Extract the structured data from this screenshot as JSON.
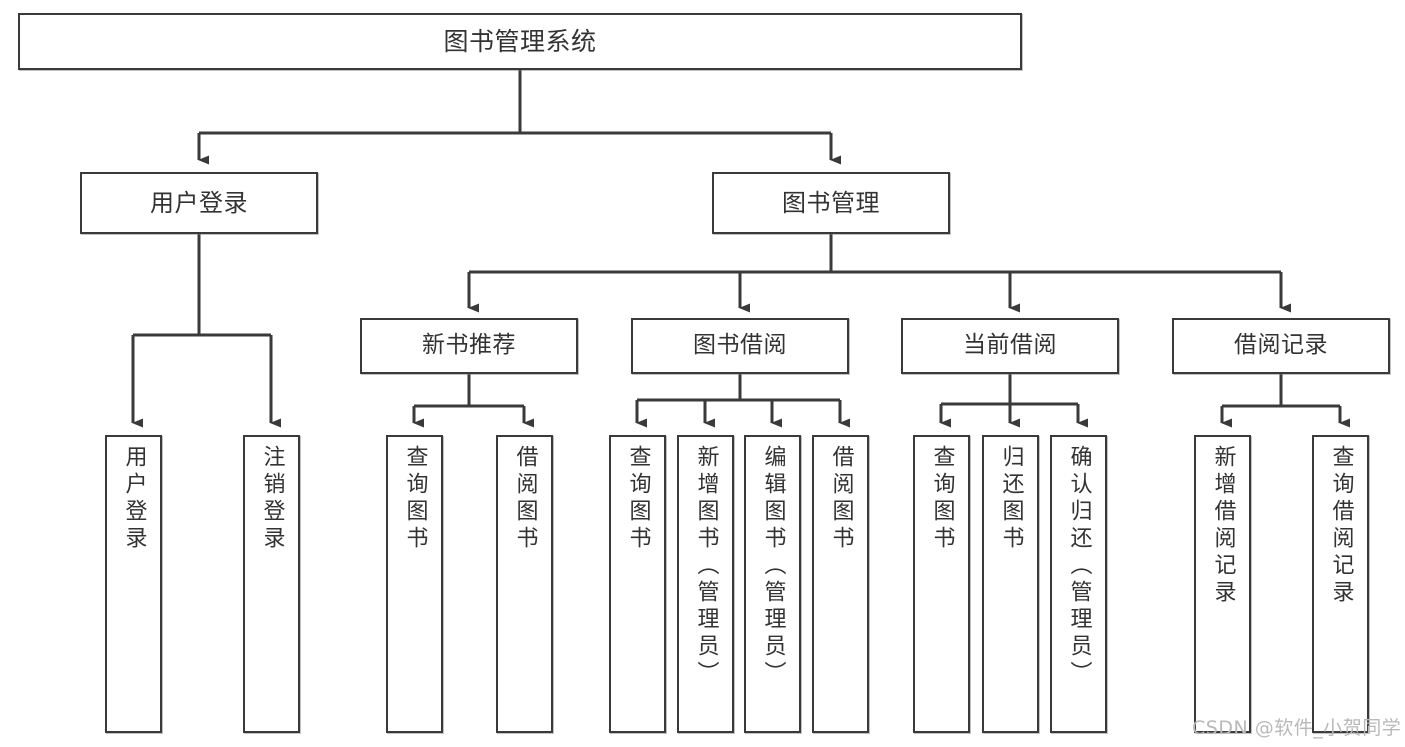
{
  "diagram": {
    "type": "tree",
    "title": "图书管理系统",
    "root": {
      "label": "图书管理系统"
    },
    "level1": [
      {
        "label": "用户登录"
      },
      {
        "label": "图书管理"
      }
    ],
    "level2": [
      {
        "label": "新书推荐"
      },
      {
        "label": "图书借阅"
      },
      {
        "label": "当前借阅"
      },
      {
        "label": "借阅记录"
      }
    ],
    "leaves": [
      {
        "label": "用户登录",
        "parent": "用户登录"
      },
      {
        "label": "注销登录",
        "parent": "用户登录"
      },
      {
        "label": "查询图书",
        "parent": "新书推荐"
      },
      {
        "label": "借阅图书",
        "parent": "新书推荐"
      },
      {
        "label": "查询图书",
        "parent": "图书借阅"
      },
      {
        "label": "新增图书（管理员）",
        "parent": "图书借阅"
      },
      {
        "label": "编辑图书（管理员）",
        "parent": "图书借阅"
      },
      {
        "label": "借阅图书",
        "parent": "图书借阅"
      },
      {
        "label": "查询图书",
        "parent": "当前借阅"
      },
      {
        "label": "归还图书",
        "parent": "当前借阅"
      },
      {
        "label": "确认归还（管理员）",
        "parent": "当前借阅"
      },
      {
        "label": "新增借阅记录",
        "parent": "借阅记录"
      },
      {
        "label": "查询借阅记录",
        "parent": "借阅记录"
      }
    ]
  },
  "watermark": {
    "text": "CSDN @软件_小贺同学"
  },
  "colors": {
    "border": "#3a3a3a",
    "text": "#333333",
    "background": "#ffffff",
    "watermark": "#b9b9b9"
  }
}
